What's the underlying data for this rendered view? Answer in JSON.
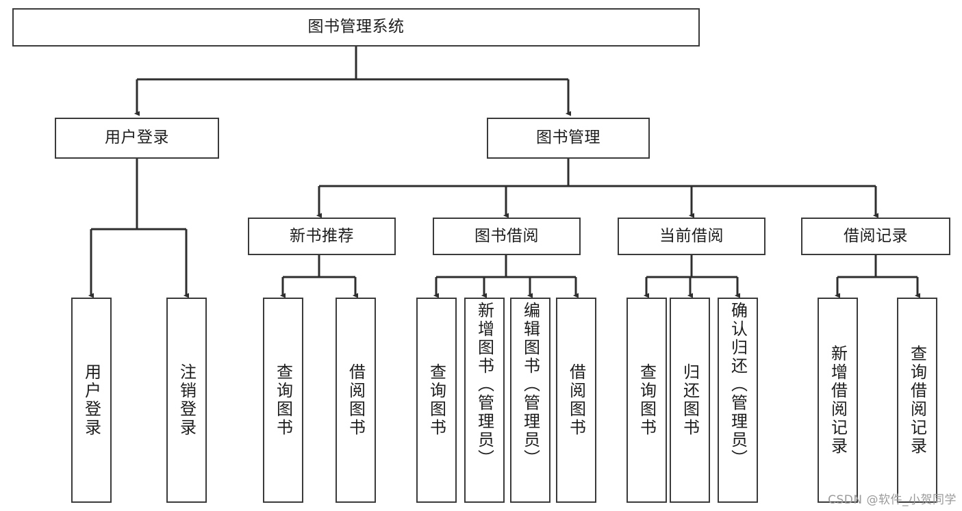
{
  "diagram": {
    "type": "tree-hierarchy-chart",
    "title": "图书管理系统",
    "root": {
      "id": "root",
      "label": "图书管理系统"
    },
    "level1": [
      {
        "id": "user-login",
        "label": "用户登录"
      },
      {
        "id": "book-manage",
        "label": "图书管理"
      }
    ],
    "level2": [
      {
        "id": "new-book-recommend",
        "label": "新书推荐",
        "parent": "book-manage"
      },
      {
        "id": "book-borrow",
        "label": "图书借阅",
        "parent": "book-manage"
      },
      {
        "id": "current-borrow",
        "label": "当前借阅",
        "parent": "book-manage"
      },
      {
        "id": "borrow-record",
        "label": "借阅记录",
        "parent": "book-manage"
      }
    ],
    "leaves": [
      {
        "id": "leaf-user-login",
        "label": "用户登录",
        "parent": "user-login"
      },
      {
        "id": "leaf-logout-login",
        "label": "注销登录",
        "parent": "user-login"
      },
      {
        "id": "leaf-query-book-1",
        "label": "查询图书",
        "parent": "new-book-recommend"
      },
      {
        "id": "leaf-borrow-book-1",
        "label": "借阅图书",
        "parent": "new-book-recommend"
      },
      {
        "id": "leaf-query-book-2",
        "label": "查询图书",
        "parent": "book-borrow"
      },
      {
        "id": "leaf-add-book",
        "label": "新增图书（管理员）",
        "parent": "book-borrow"
      },
      {
        "id": "leaf-edit-book",
        "label": "编辑图书（管理员）",
        "parent": "book-borrow"
      },
      {
        "id": "leaf-borrow-book-2",
        "label": "借阅图书",
        "parent": "book-borrow"
      },
      {
        "id": "leaf-query-book-3",
        "label": "查询图书",
        "parent": "current-borrow"
      },
      {
        "id": "leaf-return-book",
        "label": "归还图书",
        "parent": "current-borrow"
      },
      {
        "id": "leaf-confirm-return",
        "label": "确认归还（管理员）",
        "parent": "current-borrow"
      },
      {
        "id": "leaf-add-record",
        "label": "新增借阅记录",
        "parent": "borrow-record"
      },
      {
        "id": "leaf-query-record",
        "label": "查询借阅记录",
        "parent": "borrow-record"
      }
    ],
    "colors": {
      "stroke": "#3a3a3a",
      "fill": "#ffffff",
      "text": "#1d1d1d",
      "watermark": "#9a9a9a"
    }
  },
  "watermark": {
    "text": "CSDN @软件_小贺同学"
  }
}
